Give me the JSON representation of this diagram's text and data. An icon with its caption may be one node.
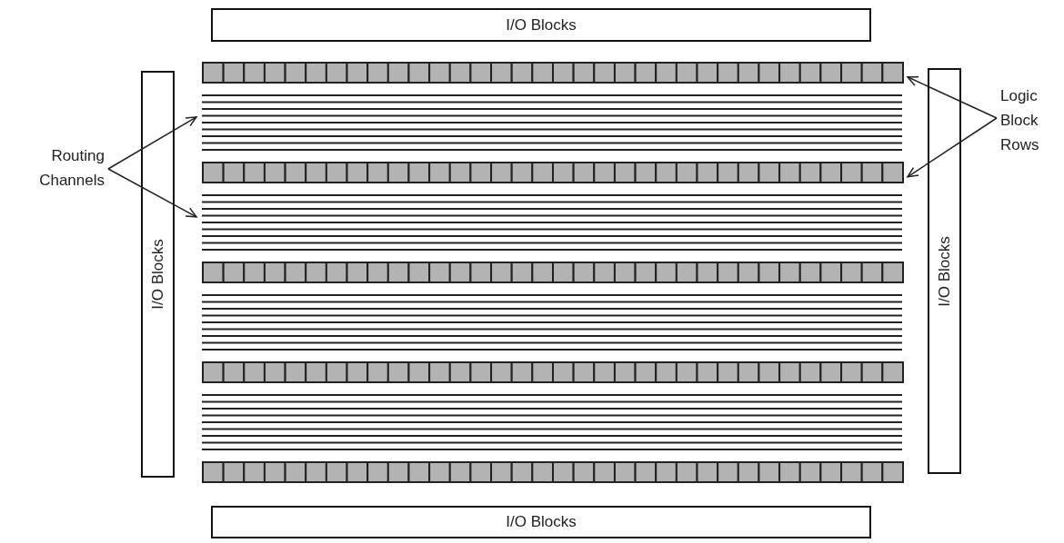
{
  "diagram": {
    "nodes": [
      {
        "text": [
          "I/O Blocks"
        ]
      },
      {
        "text": [
          "I/O Blocks"
        ]
      },
      {
        "text": [
          "I/O Blocks"
        ]
      },
      {
        "text": [
          "I/O Blocks"
        ]
      },
      {
        "text": [
          "Routing Channels"
        ]
      },
      {
        "text": [
          "Logic Block Rows"
        ]
      },
      {
        "text": [],
        "shape": "bar"
      },
      {
        "text": [],
        "shape": "lines"
      },
      {
        "text": [],
        "shape": "bar"
      },
      {
        "text": [],
        "shape": "lines"
      },
      {
        "text": [],
        "shape": "bar"
      },
      {
        "text": [],
        "shape": "lines"
      },
      {
        "text": [],
        "shape": "bar"
      },
      {
        "text": [],
        "shape": "lines"
      },
      {
        "text": [],
        "shape": "bar"
      }
    ],
    "edges": [
      {
        "from": 4,
        "to": 7,
        "arrow": "to"
      },
      {
        "from": 4,
        "to": 9,
        "arrow": "to"
      },
      {
        "from": 5,
        "to": 6,
        "arrow": "to"
      },
      {
        "from": 5,
        "to": 8,
        "arrow": "to"
      }
    ]
  }
}
